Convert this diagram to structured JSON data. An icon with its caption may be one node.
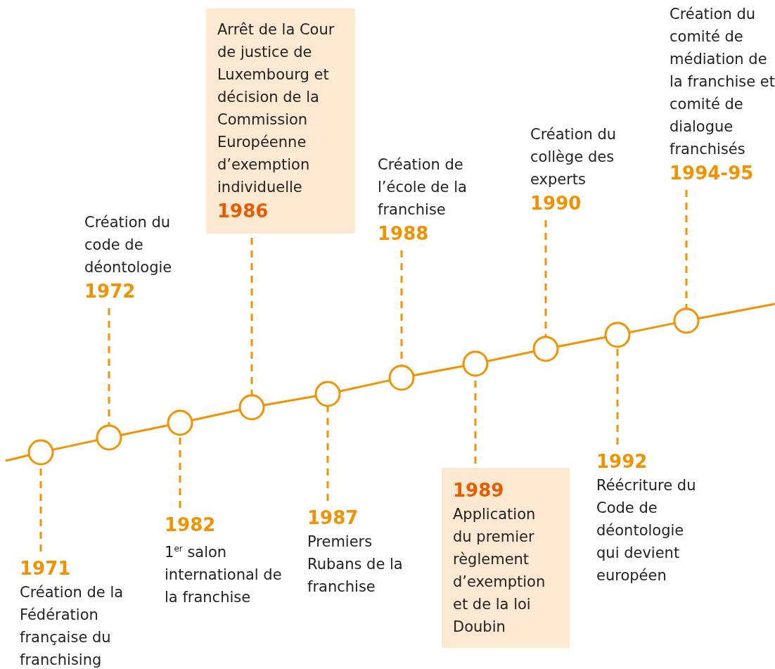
{
  "diagram": {
    "nodes": [
      {
        "text": [],
        "shape": "circle"
      },
      {
        "text": [],
        "shape": "circle"
      },
      {
        "text": [],
        "shape": "circle"
      },
      {
        "text": [],
        "shape": "circle"
      },
      {
        "text": [],
        "shape": "circle"
      },
      {
        "text": [],
        "shape": "circle"
      },
      {
        "text": [],
        "shape": "circle"
      },
      {
        "text": [],
        "shape": "circle"
      },
      {
        "text": [],
        "shape": "circle"
      },
      {
        "text": [],
        "shape": "circle"
      },
      {
        "text": [
          "1971",
          "Création de la Fédération française du franchising"
        ]
      },
      {
        "text": [
          "Création du code de déontologie",
          "1972"
        ]
      },
      {
        "text": [
          "1982",
          "1$^{er}$ salon international de la franchise"
        ]
      },
      {
        "text": [
          "Arrêt de la Cour de justice de Luxembourg et décision de la Commission Européenne d’exemption individuelle",
          "1986"
        ]
      },
      {
        "text": [
          "1987",
          "Premiers Rubans de la franchise"
        ]
      },
      {
        "text": [
          "Création de l’école de la franchise",
          "1988"
        ]
      },
      {
        "text": [
          "1989",
          "Application du premier règlement d’exemption et de la loi Doubin"
        ]
      },
      {
        "text": [
          "Création du collège des experts",
          "1990"
        ]
      },
      {
        "text": [
          "1992",
          "Réécriture du Code de déontologie qui devient européen"
        ]
      },
      {
        "text": [
          "Création du comité de médiation de la franchise et comité de dialogue franchisés",
          "1994-95"
        ]
      }
    ],
    "edges": [
      {
        "from": null,
        "to": 0,
        "arrow": "none"
      },
      {
        "from": 0,
        "to": 1,
        "arrow": "none"
      },
      {
        "from": 1,
        "to": 2,
        "arrow": "none"
      },
      {
        "from": 2,
        "to": 3,
        "arrow": "none"
      },
      {
        "from": 3,
        "to": 4,
        "arrow": "none"
      },
      {
        "from": 4,
        "to": 5,
        "arrow": "none"
      },
      {
        "from": 5,
        "to": 6,
        "arrow": "none"
      },
      {
        "from": 6,
        "to": 7,
        "arrow": "none"
      },
      {
        "from": 7,
        "to": 8,
        "arrow": "none"
      },
      {
        "from": 8,
        "to": 9,
        "arrow": "none"
      },
      {
        "from": 9,
        "to": null,
        "arrow": "none"
      },
      {
        "from": 10,
        "to": 0,
        "arrow": "none",
        "style": "dashed"
      },
      {
        "from": 11,
        "to": 1,
        "arrow": "none",
        "style": "dashed"
      },
      {
        "from": 12,
        "to": 2,
        "arrow": "none",
        "style": "dashed"
      },
      {
        "from": 13,
        "to": 3,
        "arrow": "none",
        "style": "dashed"
      },
      {
        "from": 14,
        "to": 4,
        "arrow": "none",
        "style": "dashed"
      },
      {
        "from": 15,
        "to": 5,
        "arrow": "none",
        "style": "dashed"
      },
      {
        "from": 16,
        "to": 6,
        "arrow": "none",
        "style": "dashed"
      },
      {
        "from": 17,
        "to": 7,
        "arrow": "none",
        "style": "dashed"
      },
      {
        "from": 18,
        "to": 8,
        "arrow": "none",
        "style": "dashed"
      },
      {
        "from": 19,
        "to": 9,
        "arrow": "none",
        "style": "dashed"
      }
    ]
  }
}
